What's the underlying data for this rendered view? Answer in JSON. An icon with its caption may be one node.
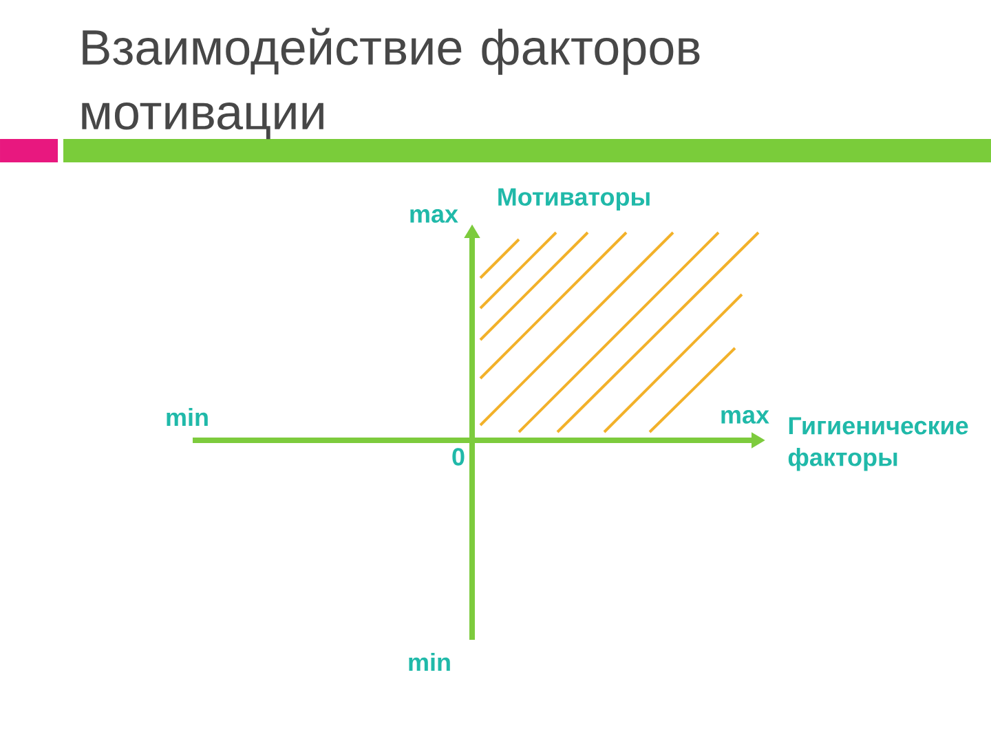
{
  "diagram": {
    "title": "Взаимодействие факторов мотивации",
    "labels": [
      "Мотиваторы",
      "max",
      "min",
      "max",
      "Гигиенические факторы",
      "0",
      "min"
    ]
  }
}
